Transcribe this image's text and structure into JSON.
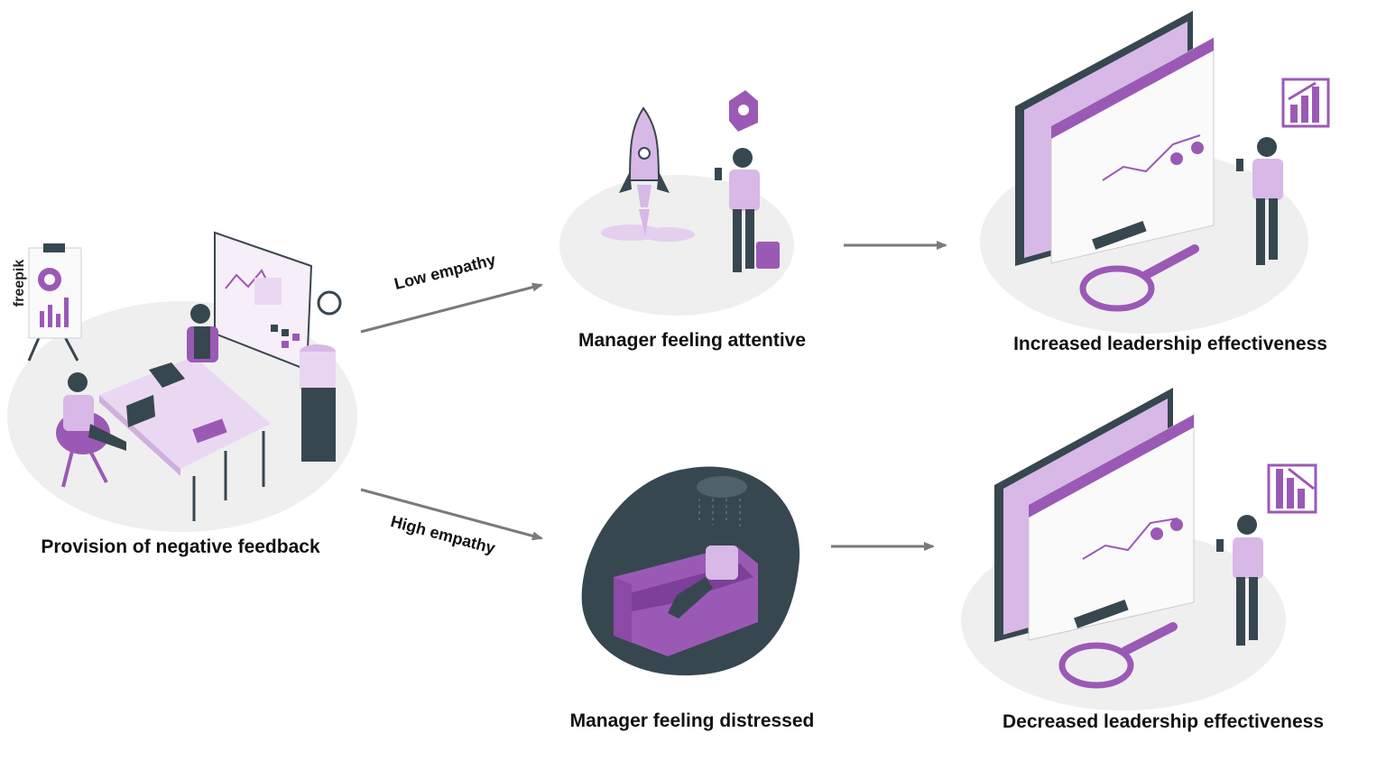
{
  "nodes": {
    "feedback": "Provision of negative feedback",
    "attentive": "Manager feeling attentive",
    "distressed": "Manager feeling distressed",
    "increased": "Increased leadership effectiveness",
    "decreased": "Decreased leadership effectiveness"
  },
  "edges": {
    "low": "Low empathy",
    "high": "High empathy"
  },
  "watermark": "freepik",
  "colors": {
    "purple": "#9b59b6",
    "light_purple": "#d7b8e6",
    "dark": "#37474f",
    "arrow": "#7a7a7a",
    "blob": "#efefef"
  },
  "icons": [
    "office-scene",
    "rocket-person-scene",
    "couch-rain-scene",
    "monitor-growth-scene",
    "monitor-decline-scene"
  ]
}
